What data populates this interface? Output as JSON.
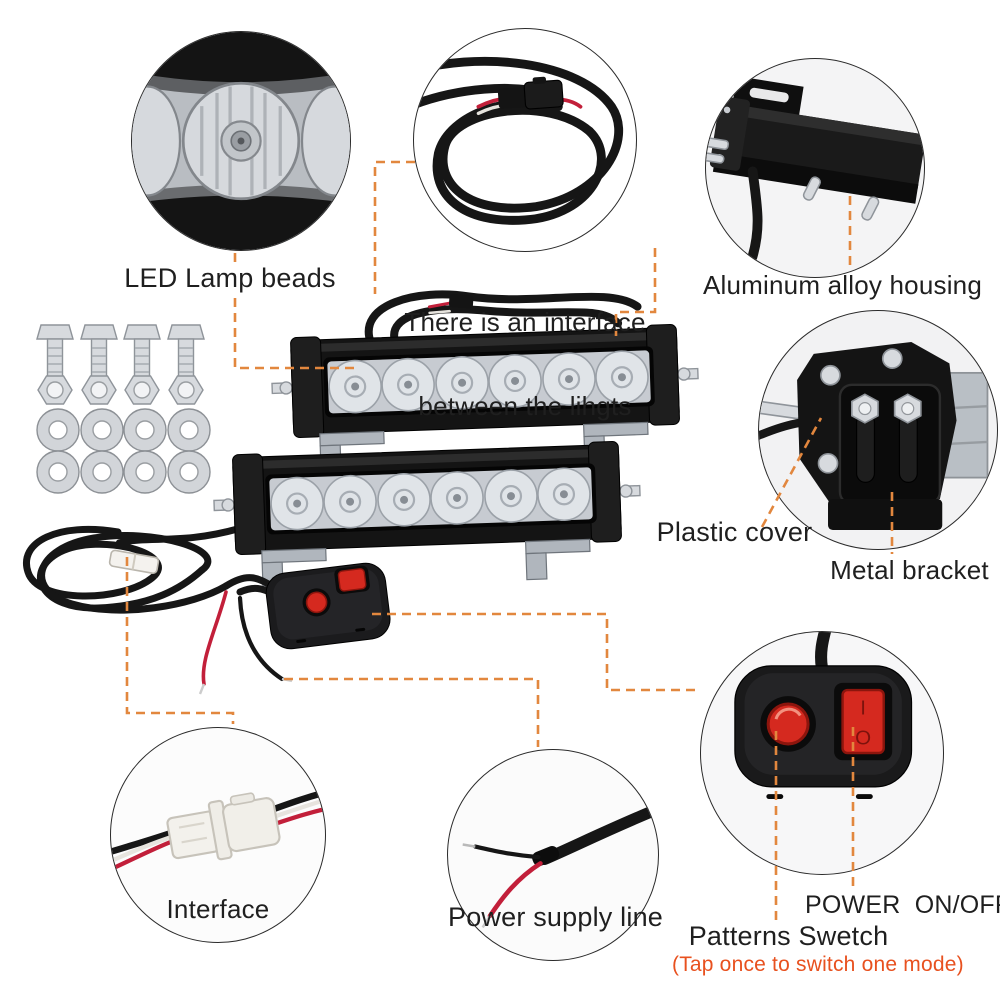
{
  "colors": {
    "callout": "#E2873E",
    "note": "#E8511F",
    "red": "#D5291F",
    "text": "#1F1F1F",
    "background": "#FFFFFF"
  },
  "labels": {
    "led": "LED Lamp beads",
    "between_line1": "There is an interface",
    "between_line2": "between the lihgts",
    "aluminum": "Aluminum alloy housing",
    "plastic_cover": "Plastic cover",
    "metal_bracket": "Metal bracket",
    "power_onoff": "POWER  ON/OFF",
    "patterns_switch": "Patterns Swetch",
    "patterns_note": "(Tap once to switch one mode)",
    "interface": "Interface",
    "power_supply": "Power supply line"
  },
  "switch_panel": {
    "rocker_on": "I",
    "rocker_off": "O"
  },
  "icons": {
    "led_lens_photo": "led-lens-closeup",
    "wire_coil_photo": "wire-with-connector",
    "housing_photo": "aluminum-housing-back",
    "bracket_photo": "mounting-bracket-end",
    "switch_photo": "control-switch-buttons",
    "connector_photo": "white-interface-plug",
    "power_wire_photo": "stripped-power-wires"
  }
}
